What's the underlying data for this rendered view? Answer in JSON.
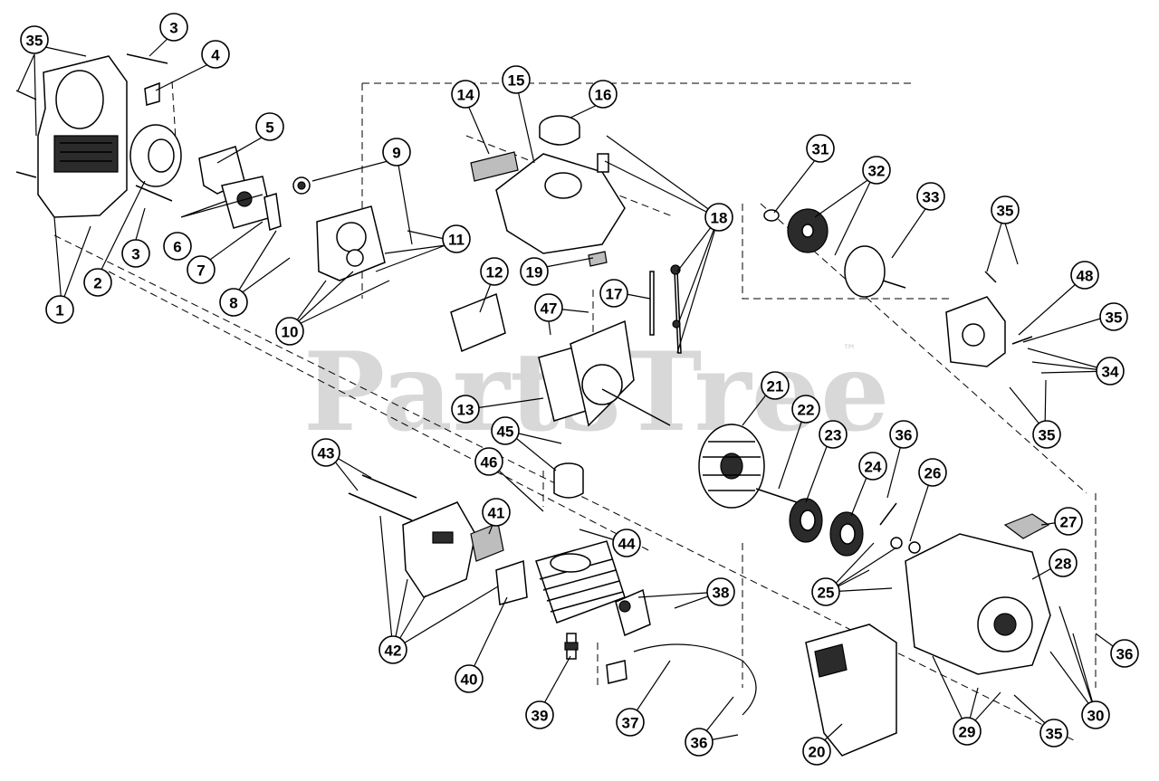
{
  "watermark": "PartsTree",
  "trademark": "™",
  "callouts": [
    {
      "label": "35"
    },
    {
      "label": "3"
    },
    {
      "label": "4"
    },
    {
      "label": "5"
    },
    {
      "label": "9"
    },
    {
      "label": "14"
    },
    {
      "label": "15"
    },
    {
      "label": "16"
    },
    {
      "label": "31"
    },
    {
      "label": "32"
    },
    {
      "label": "33"
    },
    {
      "label": "35"
    },
    {
      "label": "18"
    },
    {
      "label": "6"
    },
    {
      "label": "3"
    },
    {
      "label": "11"
    },
    {
      "label": "12"
    },
    {
      "label": "7"
    },
    {
      "label": "8"
    },
    {
      "label": "2"
    },
    {
      "label": "1"
    },
    {
      "label": "10"
    },
    {
      "label": "47"
    },
    {
      "label": "17"
    },
    {
      "label": "19"
    },
    {
      "label": "48"
    },
    {
      "label": "35"
    },
    {
      "label": "34"
    },
    {
      "label": "35"
    },
    {
      "label": "13"
    },
    {
      "label": "21"
    },
    {
      "label": "22"
    },
    {
      "label": "23"
    },
    {
      "label": "45"
    },
    {
      "label": "36"
    },
    {
      "label": "43"
    },
    {
      "label": "46"
    },
    {
      "label": "24"
    },
    {
      "label": "26"
    },
    {
      "label": "41"
    },
    {
      "label": "27"
    },
    {
      "label": "44"
    },
    {
      "label": "28"
    },
    {
      "label": "38"
    },
    {
      "label": "25"
    },
    {
      "label": "42"
    },
    {
      "label": "36"
    },
    {
      "label": "40"
    },
    {
      "label": "30"
    },
    {
      "label": "39"
    },
    {
      "label": "37"
    },
    {
      "label": "29"
    },
    {
      "label": "35"
    },
    {
      "label": "36"
    },
    {
      "label": "20"
    }
  ]
}
